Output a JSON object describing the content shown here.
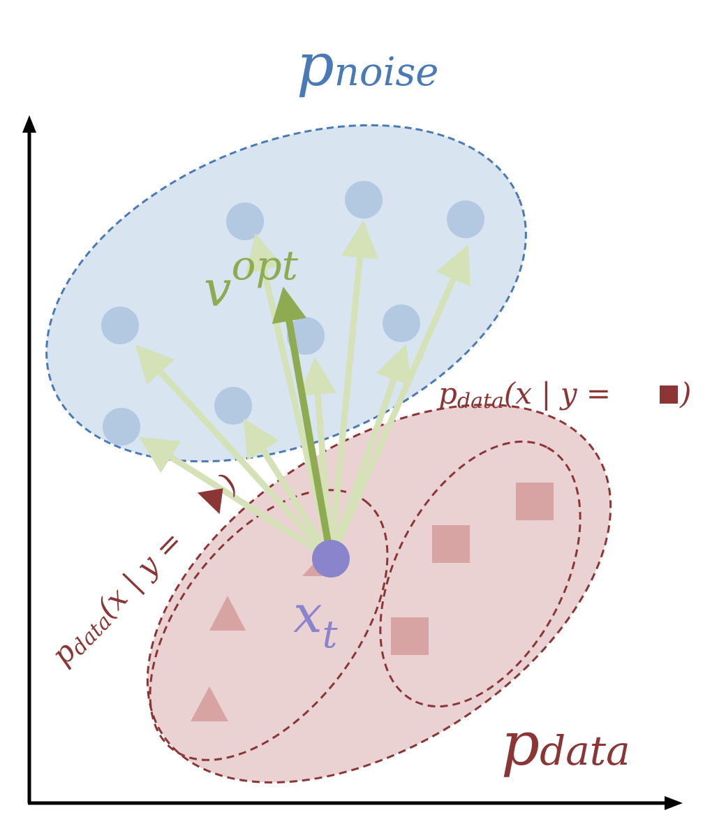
{
  "labels": {
    "noise_p": "p",
    "noise_sub": "noise",
    "v": "v",
    "v_sup": "opt",
    "xt": "x",
    "xt_sub": "t",
    "data_p": "p",
    "data_sub": "data",
    "cond_square_p": "p",
    "cond_square_sub": "data",
    "cond_square_rest": "(x | y = ",
    "cond_square_close": ")",
    "cond_tri_p": "p",
    "cond_tri_sub": "data",
    "cond_tri_rest": "(x | y = ",
    "cond_tri_close": ")"
  },
  "colors": {
    "noise": "#4a7ab5",
    "noise_fill": "#d8e4f0",
    "noise_dot": "#b3c9e1",
    "data": "#8b3535",
    "data_fill": "#ead2d3",
    "data_marker": "#d8a3a3",
    "arrow_light": "#d5e1b6",
    "arrow_opt": "#8fab52",
    "xt": "#8a84cc"
  }
}
